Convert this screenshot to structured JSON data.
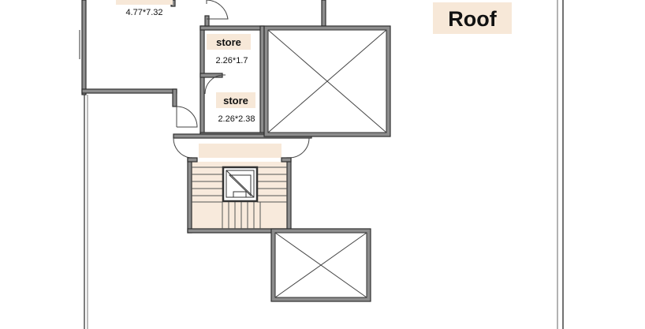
{
  "rooms": {
    "main": {
      "dimensions": "4.77*7.32"
    },
    "store1": {
      "name": "store",
      "dimensions": "2.26*1.7"
    },
    "store2": {
      "name": "store",
      "dimensions": "2.26*2.38"
    }
  },
  "roof_label": "Roof",
  "colors": {
    "wall": "#8d8d8d",
    "wall_outline": "#2f2f2f",
    "label_bg": "#f7e8d8",
    "stair_fill": "#f8eadc"
  }
}
